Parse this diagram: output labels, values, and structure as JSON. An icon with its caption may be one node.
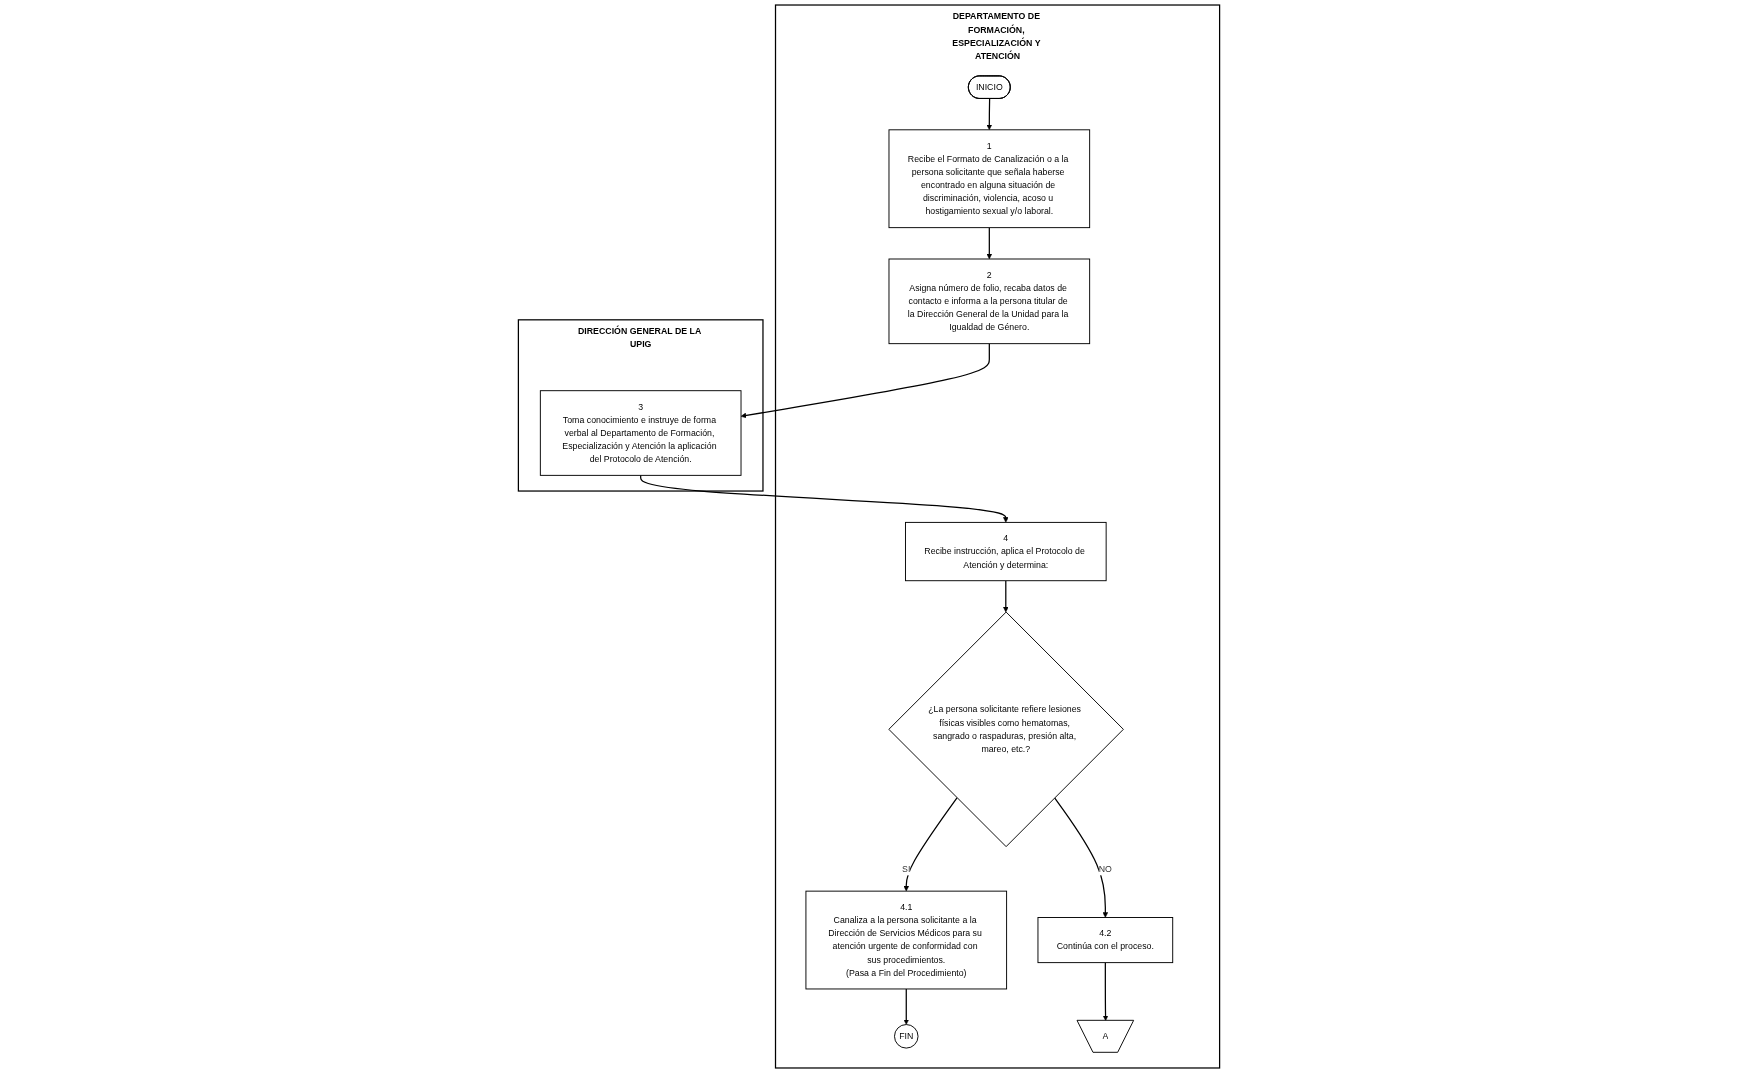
{
  "diagram": {
    "nodes": [
      {
        "text": [
          "DEPARTAMENTO DE FORMACIÓN, ESPECIALIZACIÓN Y ATENCIÓN"
        ]
      },
      {
        "text": [
          "DIRECCIÓN GENERAL DE LA UPIG"
        ]
      },
      {
        "text": [
          "INICIO"
        ],
        "in": 0
      },
      {
        "text": [
          "1",
          "Recibe el Formato de Canalización o a la persona solicitante que señala haberse encontrado en alguna situación de discriminación, violencia, acoso u hostigamiento sexual y/o laboral."
        ],
        "in": 0
      },
      {
        "text": [
          "2",
          "Asigna número de folio, recaba datos de contacto e informa a la persona titular de la Dirección General de la Unidad para la Igualdad de Género."
        ],
        "in": 0
      },
      {
        "text": [
          "3",
          "Toma conocimiento e instruye de forma verbal al Departamento de Formación, Especialización y Atención la aplicación del Protocolo de Atención."
        ],
        "in": 1
      },
      {
        "text": [
          "4",
          "Recibe instrucción, aplica el Protocolo de Atención y determina:"
        ],
        "in": 0
      },
      {
        "text": [
          "¿La persona solicitante refiere lesiones físicas visibles como hematomas, sangrado o raspaduras, presión alta, mareo, etc.?"
        ],
        "in": 0
      },
      {
        "text": [
          "4.1",
          "Canaliza a la persona solicitante a la Dirección de Servicios Médicos para su atención urgente de conformidad con sus procedimientos.",
          "(Pasa a Fin del Procedimiento)"
        ],
        "in": 0
      },
      {
        "text": [
          "4.2",
          "Continúa con el proceso."
        ],
        "in": 0
      },
      {
        "text": [
          "FIN"
        ],
        "in": 0
      },
      {
        "text": [
          "A"
        ],
        "in": 0
      }
    ],
    "edges": [
      {
        "from": 2,
        "to": 3,
        "arrow": "to"
      },
      {
        "from": 3,
        "to": 4,
        "arrow": "to"
      },
      {
        "from": 4,
        "to": 5,
        "arrow": "to"
      },
      {
        "from": 5,
        "to": 6,
        "arrow": "to"
      },
      {
        "from": 6,
        "to": 7,
        "arrow": "to"
      },
      {
        "from": 7,
        "to": 8,
        "label": "SI",
        "arrow": "to"
      },
      {
        "from": 7,
        "to": 9,
        "label": "NO",
        "arrow": "to"
      },
      {
        "from": 8,
        "to": 10,
        "arrow": "to"
      },
      {
        "from": 9,
        "to": 11,
        "arrow": "to"
      }
    ]
  }
}
